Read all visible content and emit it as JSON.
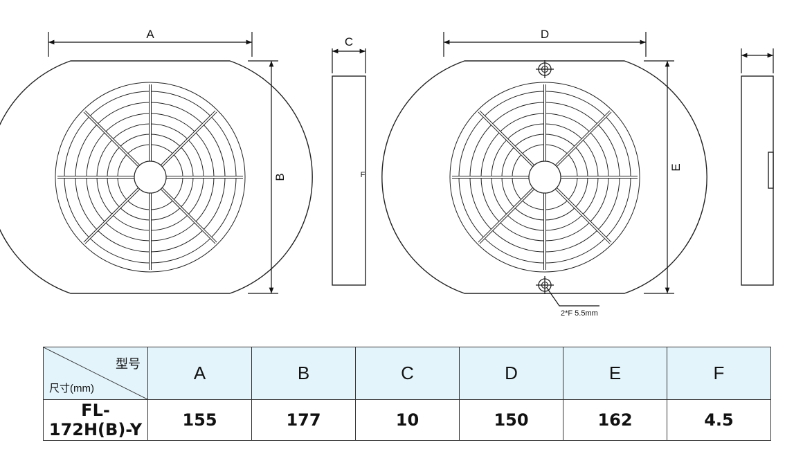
{
  "drawing": {
    "dimension_labels": {
      "a": "A",
      "b": "B",
      "c": "C",
      "d": "D",
      "e": "E",
      "f": "F"
    },
    "hole_note": "2*F 5.5mm"
  },
  "table": {
    "corner_top": "型号",
    "corner_bottom": "尺寸(mm)",
    "columns": [
      "A",
      "B",
      "C",
      "D",
      "E",
      "F"
    ],
    "rows": [
      {
        "model": "FL-172H(B)-Y",
        "values": [
          "155",
          "177",
          "10",
          "150",
          "162",
          "4.5"
        ]
      }
    ]
  }
}
